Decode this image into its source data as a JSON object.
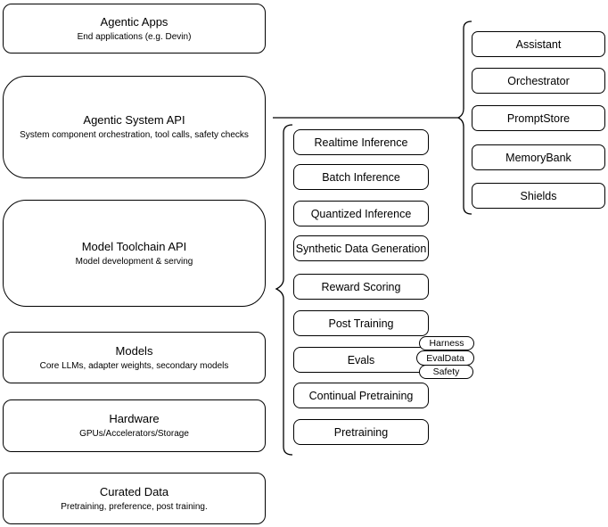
{
  "diagram": {
    "layers": [
      {
        "title": "Agentic Apps",
        "subtitle": "End applications (e.g. Devin)"
      },
      {
        "title": "Agentic System API",
        "subtitle": "System component orchestration, tool calls, safety checks"
      },
      {
        "title": "Model Toolchain API",
        "subtitle": "Model development & serving"
      },
      {
        "title": "Models",
        "subtitle": "Core LLMs, adapter weights, secondary models"
      },
      {
        "title": "Hardware",
        "subtitle": "GPUs/Accelerators/Storage"
      },
      {
        "title": "Curated Data",
        "subtitle": "Pretraining, preference, post training."
      }
    ],
    "toolchain": {
      "items": [
        "Realtime Inference",
        "Batch Inference",
        "Quantized Inference",
        "Synthetic Data Generation",
        "Reward Scoring",
        "Post Training",
        "Evals",
        "Continual Pretraining",
        "Pretraining"
      ],
      "eval_tags": [
        "Harness",
        "EvalData",
        "Safety"
      ]
    },
    "components": {
      "items": [
        "Assistant",
        "Orchestrator",
        "PromptStore",
        "MemoryBank",
        "Shields"
      ]
    },
    "colors": {
      "stroke": "#000000",
      "fill": "#ffffff",
      "text": "#000000"
    }
  }
}
